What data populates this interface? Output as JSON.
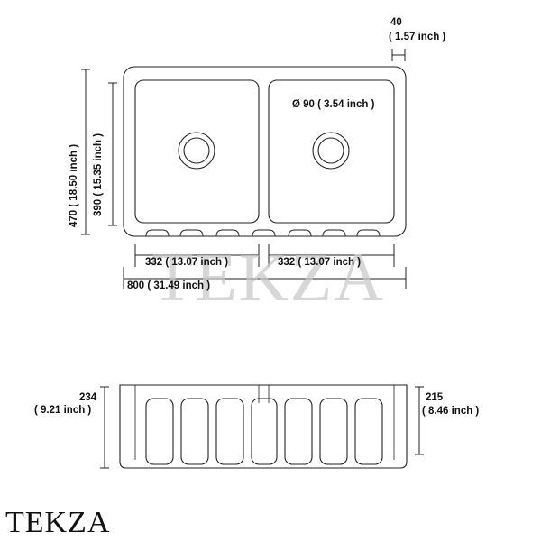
{
  "plan_view": {
    "lip_depth": "40",
    "lip_depth_inch": "( 1.57 inch )",
    "drain_diameter": "Ø 90 ( 3.54 inch )",
    "overall_depth": "470 ( 18.50 inch )",
    "bowl_depth": "390 ( 15.35 inch )",
    "left_bowl_width": "332 ( 13.07 inch )",
    "right_bowl_width": "332 ( 13.07 inch )",
    "overall_width": "800 ( 31.49 inch )"
  },
  "front_view": {
    "overall_height": "234",
    "overall_height_inch": "( 9.21 inch )",
    "bowl_height": "215",
    "bowl_height_inch": "( 8.46 inch )"
  },
  "watermark": "TEKZA",
  "brand": "TEKZA"
}
